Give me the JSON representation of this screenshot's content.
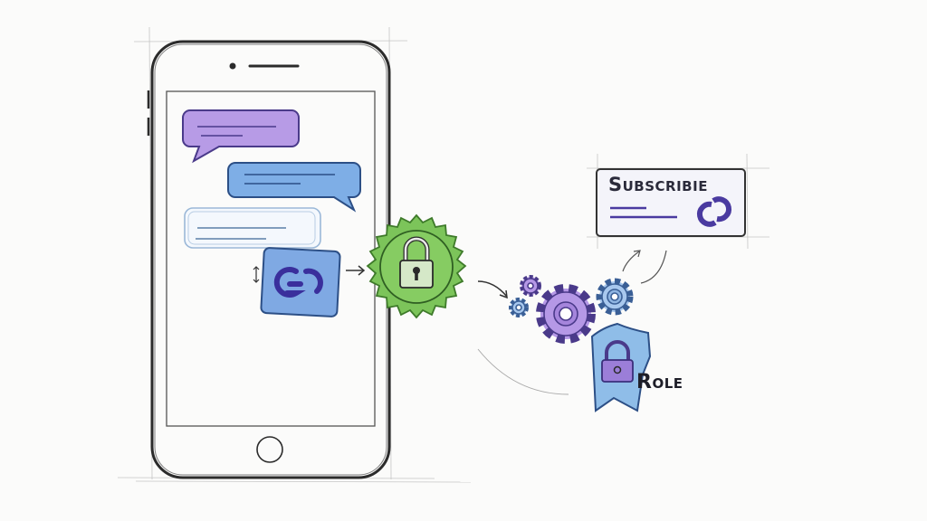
{
  "illustration": {
    "style": "hand-drawn pencil sketch with colored marker fill",
    "phone": {
      "chat_bubbles": [
        {
          "color": "#b79be6",
          "border": "#4a3a8a",
          "lines": 2,
          "side": "left"
        },
        {
          "color": "#7eaee6",
          "border": "#2c4f86",
          "lines": 2,
          "side": "right"
        },
        {
          "color": "#f3f7fc",
          "border": "#9bb8d8",
          "lines": 2,
          "side": "left"
        }
      ],
      "app_icon": {
        "name": "link-app-icon",
        "color": "#7fa9e3",
        "glyph_color": "#3a2f9c"
      }
    },
    "flow": {
      "lock_badge": {
        "color": "#7cc45a",
        "border": "#3e7a2a"
      },
      "gears": {
        "colors": [
          "#b598e6",
          "#a8c8ee"
        ]
      },
      "subscribe_card": {
        "label": "Subscribie",
        "accent": "#4a3aa0"
      },
      "role_shield": {
        "label": "Role",
        "shield_color": "#8fbde8",
        "lock_color": "#9b7ed8"
      }
    }
  }
}
